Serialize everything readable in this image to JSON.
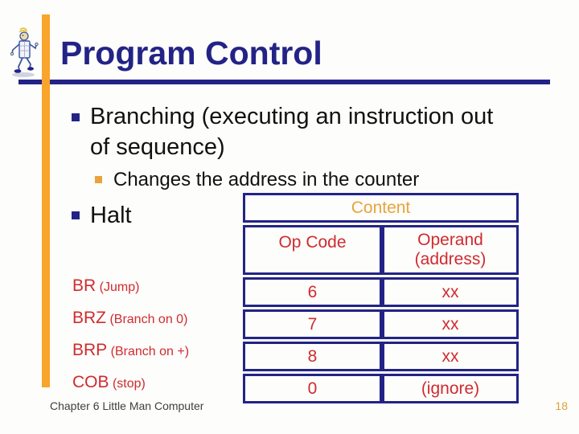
{
  "title": "Program Control",
  "bullets": {
    "branching_line1": "Branching (executing an instruction out",
    "branching_line2": "of sequence)",
    "changes": "Changes the address in the counter",
    "halt": "Halt"
  },
  "mnemonics": [
    {
      "code": "BR",
      "desc": "(Jump)"
    },
    {
      "code": "BRZ",
      "desc": "(Branch on 0)"
    },
    {
      "code": "BRP",
      "desc": "(Branch on +)"
    },
    {
      "code": "COB",
      "desc": "(stop)"
    }
  ],
  "table": {
    "title": "Content",
    "col1_header": "Op Code",
    "col2_header_line1": "Operand",
    "col2_header_line2": "(address)",
    "rows": [
      {
        "op": "6",
        "operand": "xx"
      },
      {
        "op": "7",
        "operand": "xx"
      },
      {
        "op": "8",
        "operand": "xx"
      },
      {
        "op": "0",
        "operand": "(ignore)"
      }
    ]
  },
  "footer": {
    "chapter": "Chapter 6 Little Man Computer",
    "page": "18"
  },
  "icons": {
    "logo": "little-man-figure",
    "bullet_level1": "navy-square-bullet",
    "bullet_level2": "orange-square-bullet"
  },
  "colors": {
    "navy": "#232387",
    "orange_bar": "#F9A42B",
    "gold": "#E8A33C",
    "red": "#CF2B2F",
    "body_text": "#111111",
    "footer_gray": "#3F3F3F"
  }
}
